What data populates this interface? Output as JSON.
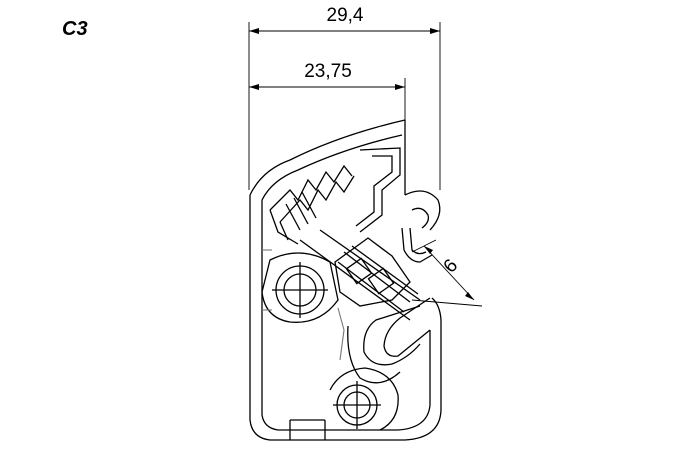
{
  "drawing": {
    "variant_label": "C3",
    "dim_overall": "29,4",
    "dim_inner": "23,75",
    "dim_slot": "6"
  }
}
